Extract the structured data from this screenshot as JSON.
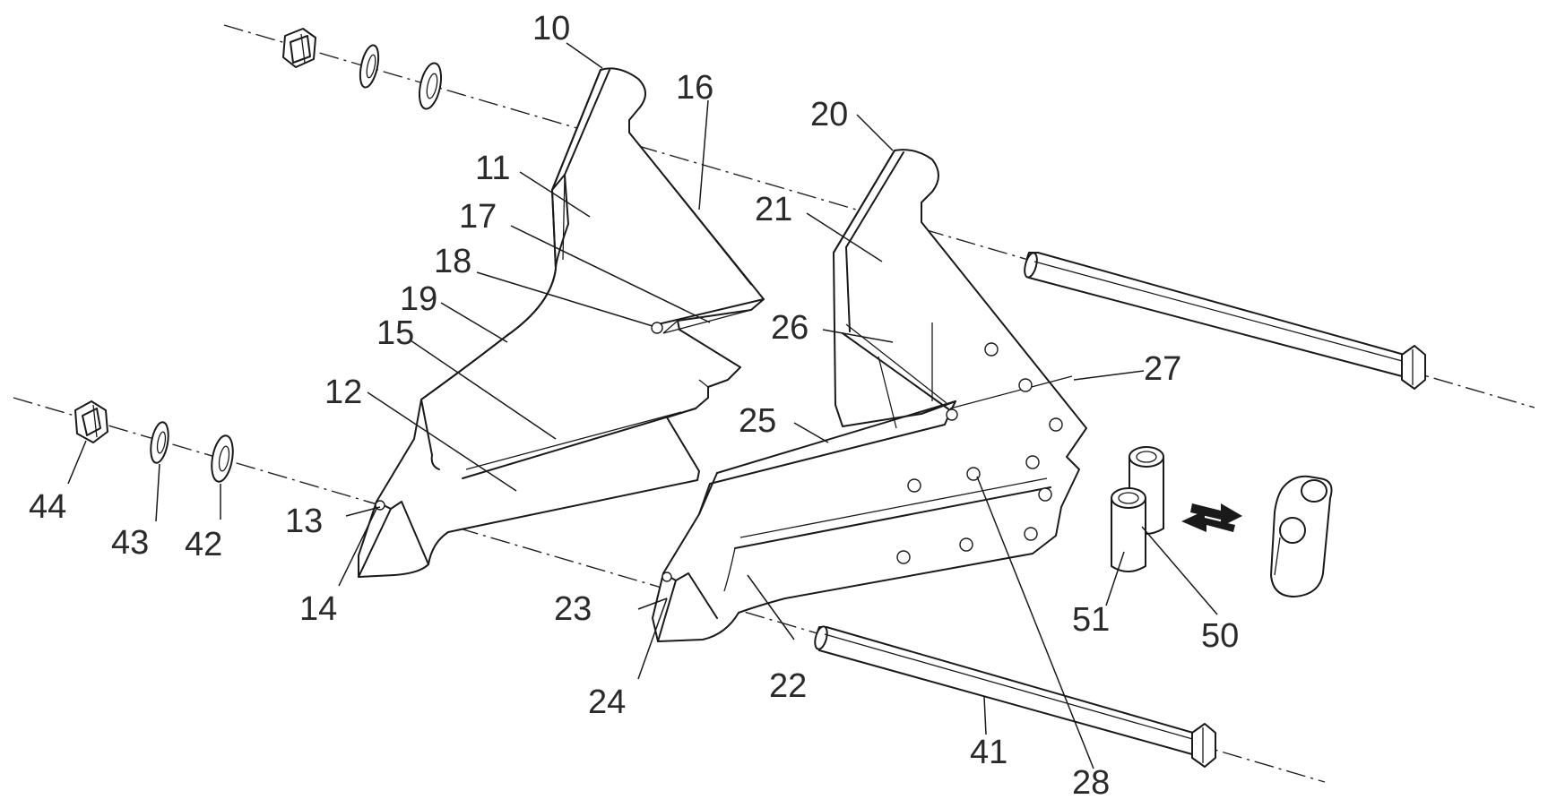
{
  "callouts": {
    "c10": "10",
    "c11": "11",
    "c12": "12",
    "c13": "13",
    "c14": "14",
    "c15": "15",
    "c16": "16",
    "c17": "17",
    "c18": "18",
    "c19": "19",
    "c20": "20",
    "c21": "21",
    "c22": "22",
    "c23": "23",
    "c24": "24",
    "c25": "25",
    "c26": "26",
    "c27": "27",
    "c28": "28",
    "c41": "41",
    "c42": "42",
    "c43": "43",
    "c44": "44",
    "c50": "50",
    "c51": "51"
  },
  "icons": {
    "swap": "double-arrow-swap-icon"
  }
}
